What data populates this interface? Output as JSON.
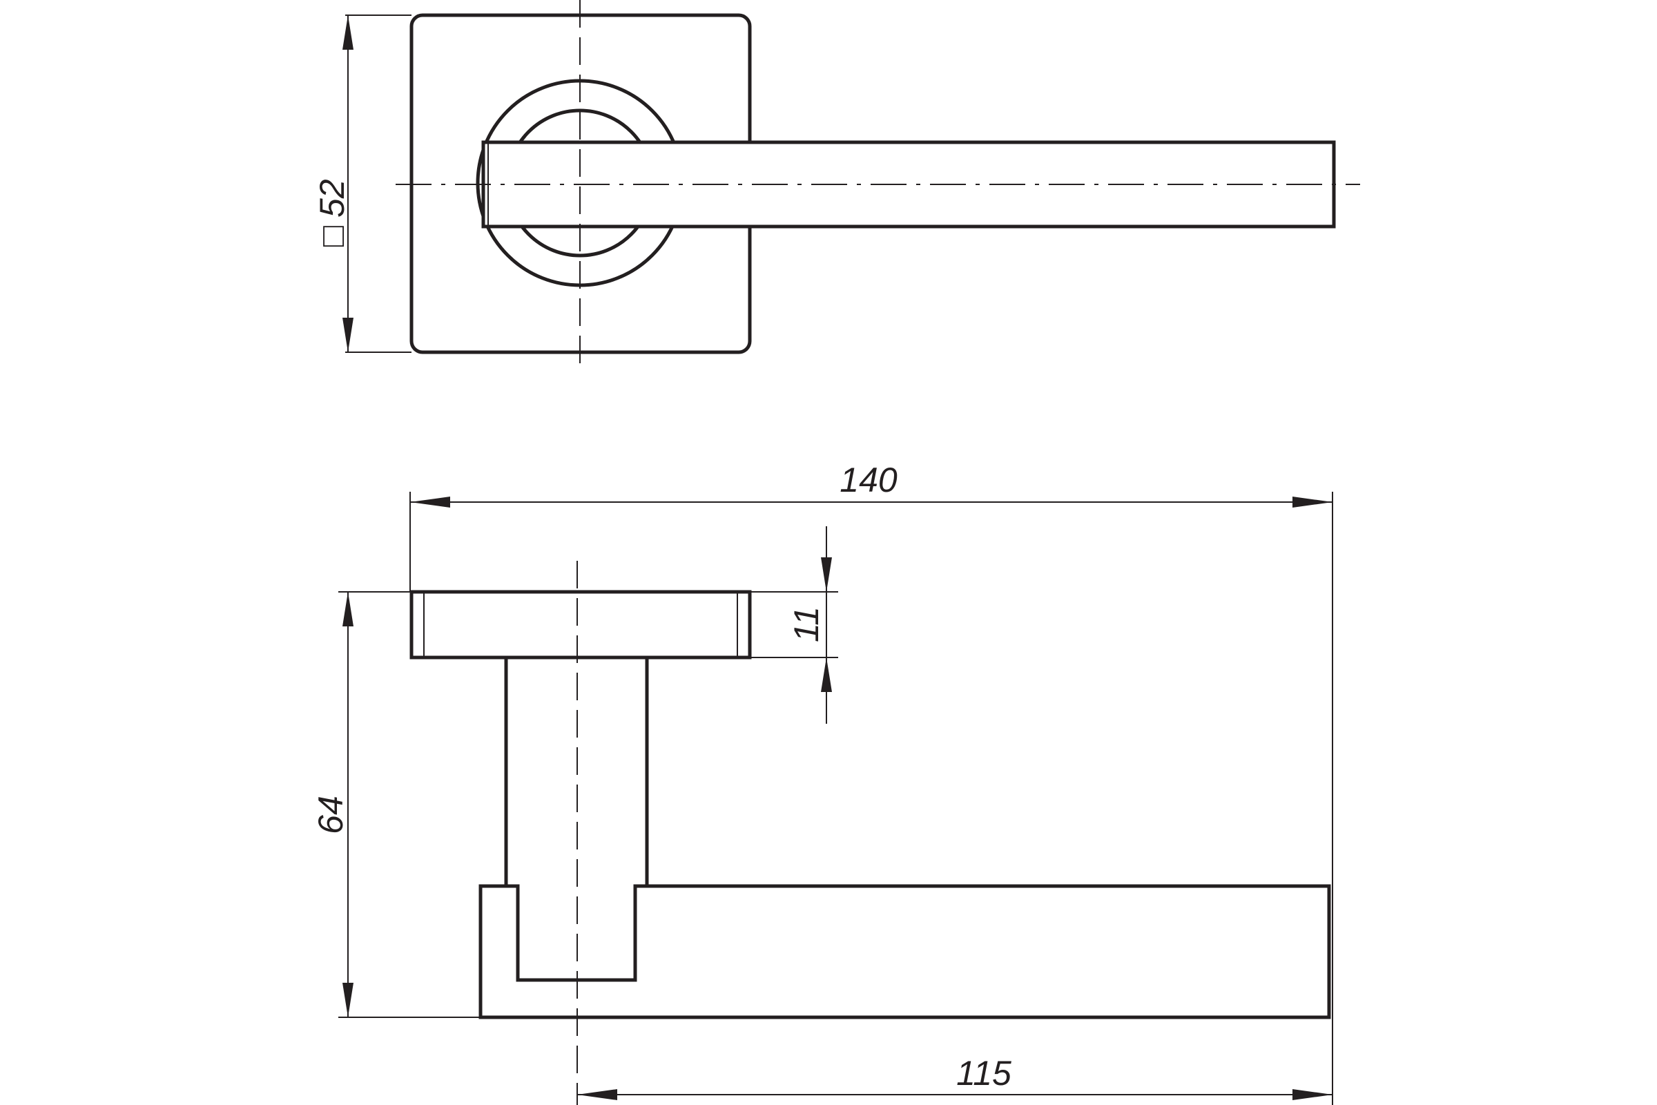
{
  "dimensions": {
    "square_symbol": "□",
    "rose_size": "52",
    "total_length": "140",
    "rose_thickness": "11",
    "total_height": "64",
    "lever_length": "115"
  }
}
